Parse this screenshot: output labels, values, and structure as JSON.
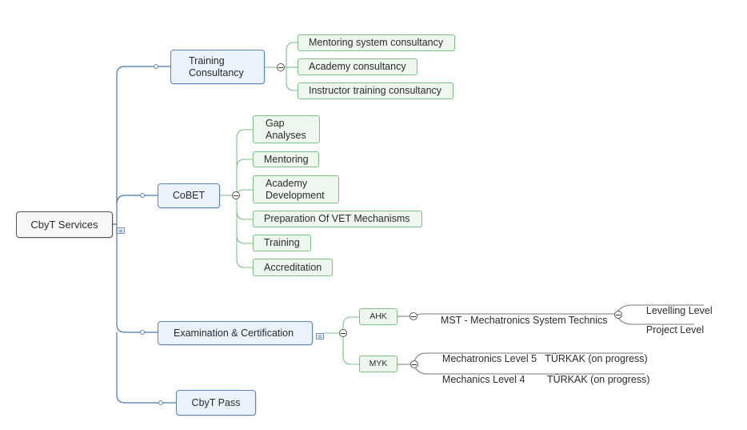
{
  "root": {
    "label": "CbyT Services"
  },
  "branches": {
    "training": {
      "label": "Training\nConsultancy",
      "children": [
        "Mentoring system consultancy",
        "Academy consultancy",
        "Instructor training consultancy"
      ]
    },
    "cobet": {
      "label": "CoBET",
      "children": [
        "Gap\nAnalyses",
        "Mentoring",
        "Academy\nDevelopment",
        "Preparation Of VET Mechanisms",
        "Training",
        "Accreditation"
      ]
    },
    "exam": {
      "label": "Examination & Certification",
      "ahk": {
        "label": "AHK",
        "mst": "MST - Mechatronics System Technics",
        "levels": [
          "Levelling Level",
          "Project Level"
        ]
      },
      "myk": {
        "label": "MYK",
        "items": [
          "Mechatronics Level 5   TÜRKAK (on progress)",
          "Mechanics Level 4        TÜRKAK (on progress)"
        ]
      }
    },
    "pass": {
      "label": "CbyT Pass"
    }
  },
  "colors": {
    "main_line": "#4a77a8",
    "child_line": "#7fbf86",
    "leaf_line": "#777777"
  }
}
